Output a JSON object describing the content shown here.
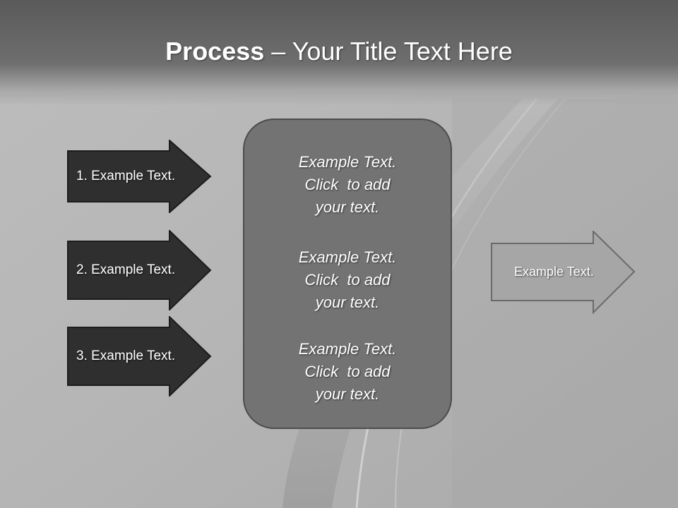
{
  "title": {
    "bold": "Process",
    "rest": " – Your Title Text Here"
  },
  "inputs": [
    {
      "label": "1. Example Text."
    },
    {
      "label": "2. Example Text."
    },
    {
      "label": "3. Example Text."
    }
  ],
  "center_blocks": [
    {
      "line1": "Example Text.",
      "line2": "Click  to add",
      "line3": "your text."
    },
    {
      "line1": "Example Text.",
      "line2": "Click  to add",
      "line3": "your text."
    },
    {
      "line1": "Example Text.",
      "line2": "Click  to add",
      "line3": "your text."
    }
  ],
  "output": {
    "label": "Example Text."
  },
  "colors": {
    "input_arrow_fill": "#2f2f2f",
    "center_fill": "#737373",
    "output_arrow_fill": "#a6a6a6"
  }
}
